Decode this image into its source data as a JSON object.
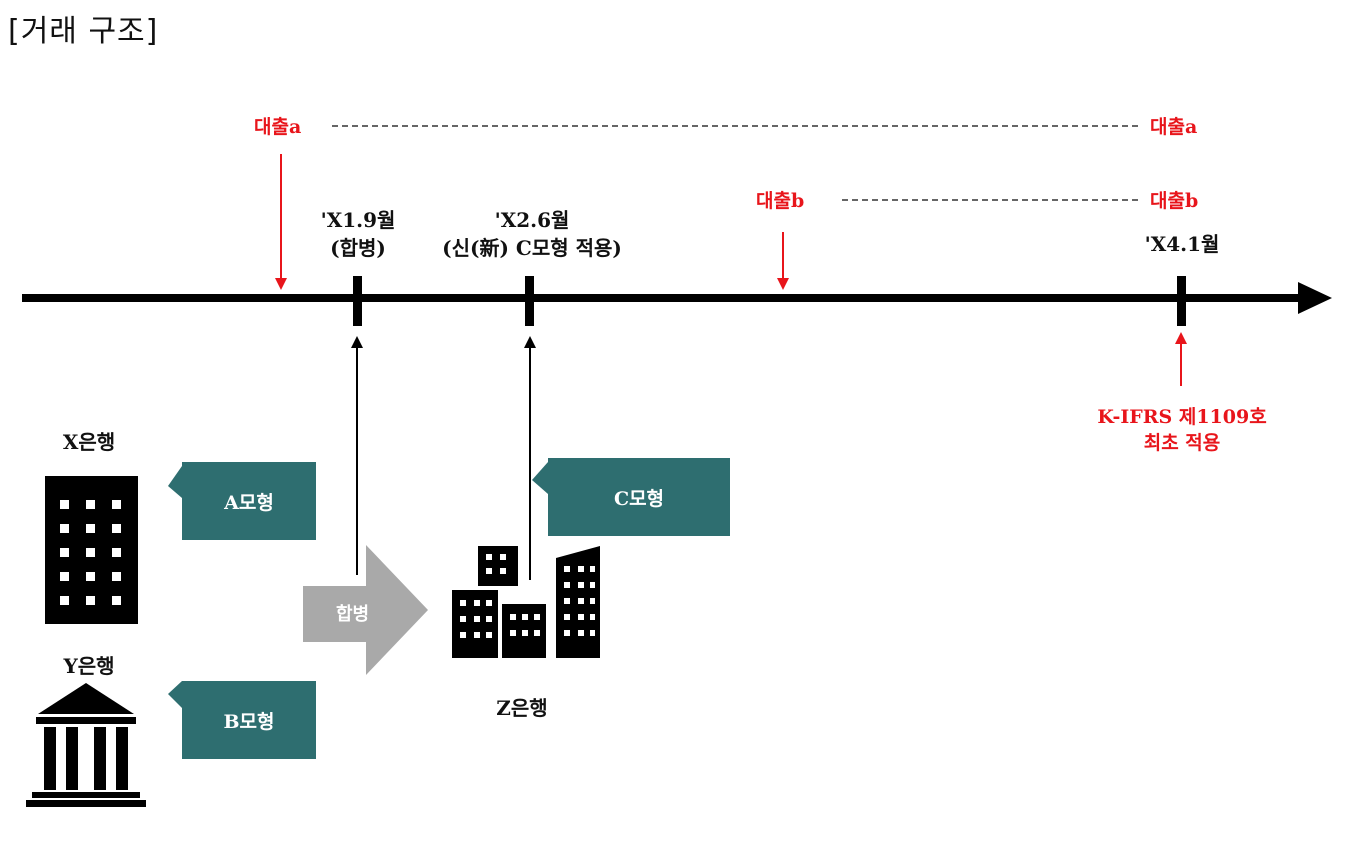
{
  "heading": "[거래 구조]",
  "loans": {
    "loan_a_start": "대출a",
    "loan_a_end": "대출a",
    "loan_b_start": "대출b",
    "loan_b_end": "대출b"
  },
  "timeline": {
    "merger_date": "'X1.9월",
    "merger_note": "(합병)",
    "new_model_date": "'X2.6월",
    "new_model_note": "(신(新) C모형 적용)",
    "ifrs_date": "'X4.1월",
    "ifrs_note_line1": "K-IFRS 제1109호",
    "ifrs_note_line2": "최초 적용"
  },
  "banks": {
    "x_bank": "X은행",
    "y_bank": "Y은행",
    "z_bank": "Z은행"
  },
  "models": {
    "a_model": "A모형",
    "b_model": "B모형",
    "c_model": "C모형"
  },
  "merge_label": "합병",
  "colors": {
    "accent_red": "#e8151b",
    "model_teal": "#2e6e70",
    "merge_gray": "#a9a9a9",
    "timeline_black": "#000000"
  },
  "icons": [
    "office-building-icon",
    "classical-bank-icon",
    "merged-buildings-icon"
  ]
}
